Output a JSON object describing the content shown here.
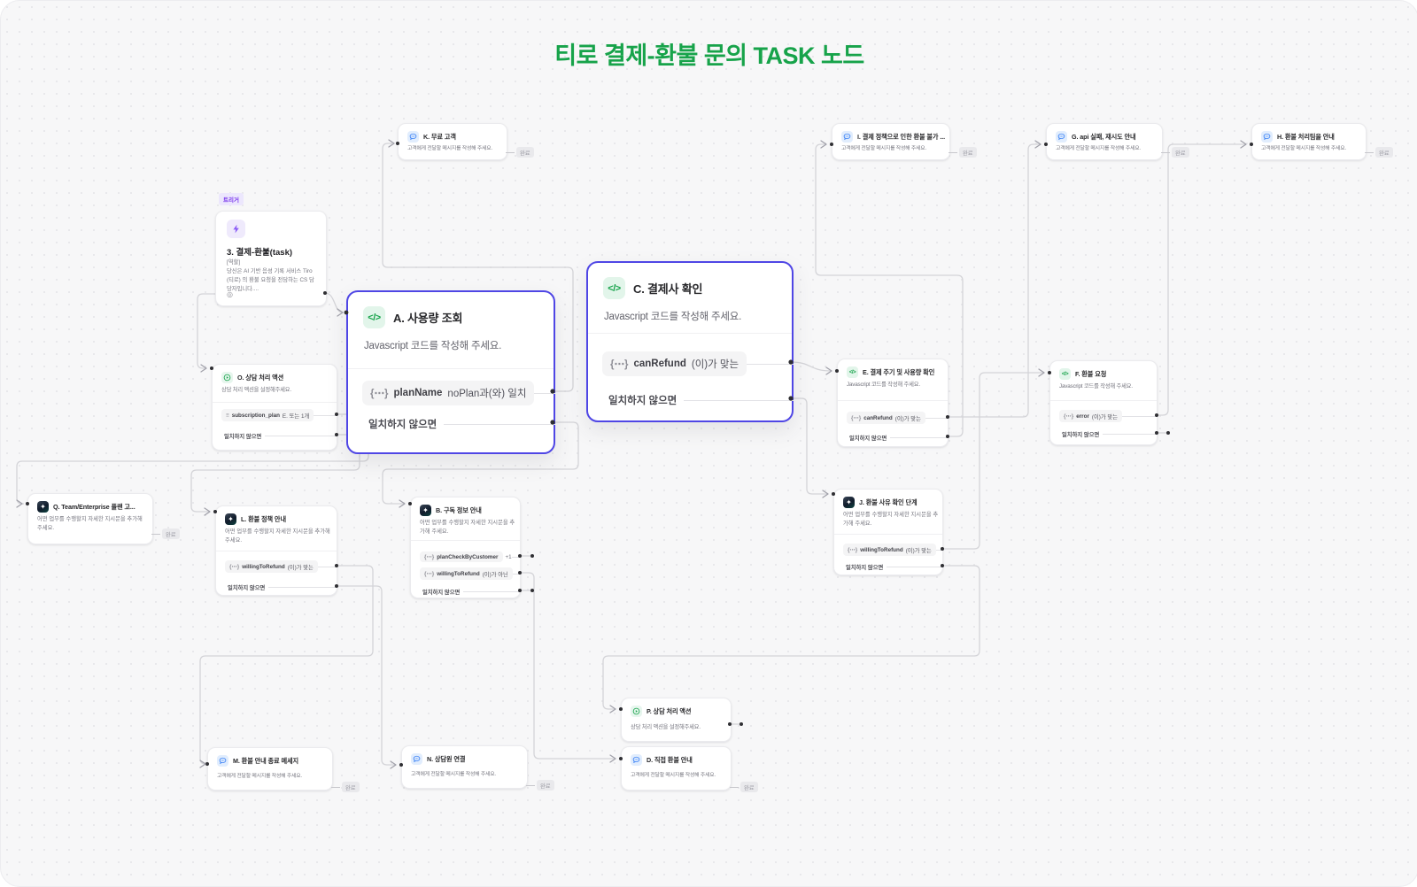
{
  "header": {
    "title": "티로 결제-환불 문의 TASK 노드"
  },
  "labels": {
    "done": "완료",
    "trigger_badge": "트리거",
    "mismatch": "일치하지 않으면",
    "plus_one": "+1"
  },
  "icons": {
    "code": "</>",
    "sparkle": "✦",
    "cond": "{⋯}",
    "list": "≡",
    "trigger_footer": "◎"
  },
  "bodies": {
    "message": "고객에게 전달할 메시지를 작성해 주세요.",
    "js": "Javascript 코드를 작성해 주세요.",
    "action": "상담 처리 액션을 설정해주세요.",
    "agent": "어떤 업무를 수행할지 자세한 지시문을 추가해 주세요."
  },
  "nodes": {
    "trigger": {
      "title": "3. 결제-환불(task)",
      "role_tag": "[역할]",
      "desc": "당신은 AI 기반 음성 기록 서비스 Tiro(티로) 의 환불 요청을 전담하는 CS 담당자입니다...."
    },
    "a": {
      "title": "A. 사용량 조회",
      "cond_var": "planName",
      "cond_suffix": "noPlan과(와) 일치"
    },
    "c": {
      "title": "C. 결제사 확인",
      "cond_var": "canRefund",
      "cond_suffix": "(이)가 맞는"
    },
    "e": {
      "title": "E. 결제 주기 및 사용량 확인",
      "cond_var": "canRefund",
      "cond_suffix": "(이)가 맞는"
    },
    "f": {
      "title": "F. 환불 요청",
      "cond_var": "error",
      "cond_suffix": "(이)가 맞는"
    },
    "o": {
      "title": "O. 상담 처리 액션",
      "cond_var": "subscription_plan",
      "cond_suffix": "E. 또는 1개"
    },
    "p": {
      "title": "P. 상담 처리 액션"
    },
    "q": {
      "title": "Q. Team/Enterprise 플랜 고..."
    },
    "l": {
      "title": "L. 환불 정책 안내",
      "cond_var": "willingToRefund",
      "cond_suffix": "(이)가 맞는"
    },
    "b": {
      "title": "B. 구독 정보 안내",
      "cond1_var": "planCheckByCustomer",
      "cond2_var": "willingToRefund",
      "cond2_suffix": "(이)가 아닌"
    },
    "j": {
      "title": "J. 환불 사유 확인 단계",
      "cond_var": "willingToRefund",
      "cond_suffix": "(이)가 맞는"
    },
    "k": {
      "title": "K. 무료 고객"
    },
    "i": {
      "title": "I. 결제 정책으로 인한 환불 불가 ..."
    },
    "g": {
      "title": "G. api 실패, 재시도 안내"
    },
    "h": {
      "title": "H. 환불 처리팀을 안내"
    },
    "m": {
      "title": "M. 환불 안내 종료 메세지"
    },
    "n": {
      "title": "N. 상담원 연결"
    },
    "d": {
      "title": "D. 직접 환불 안내"
    }
  },
  "colors": {
    "title_green": "#17a34a",
    "selection": "#4f46e5",
    "code_icon": "#16a34a",
    "message_icon": "#3b82f6",
    "trigger_icon": "#8b5cf6",
    "edge": "#d4d4d8"
  }
}
